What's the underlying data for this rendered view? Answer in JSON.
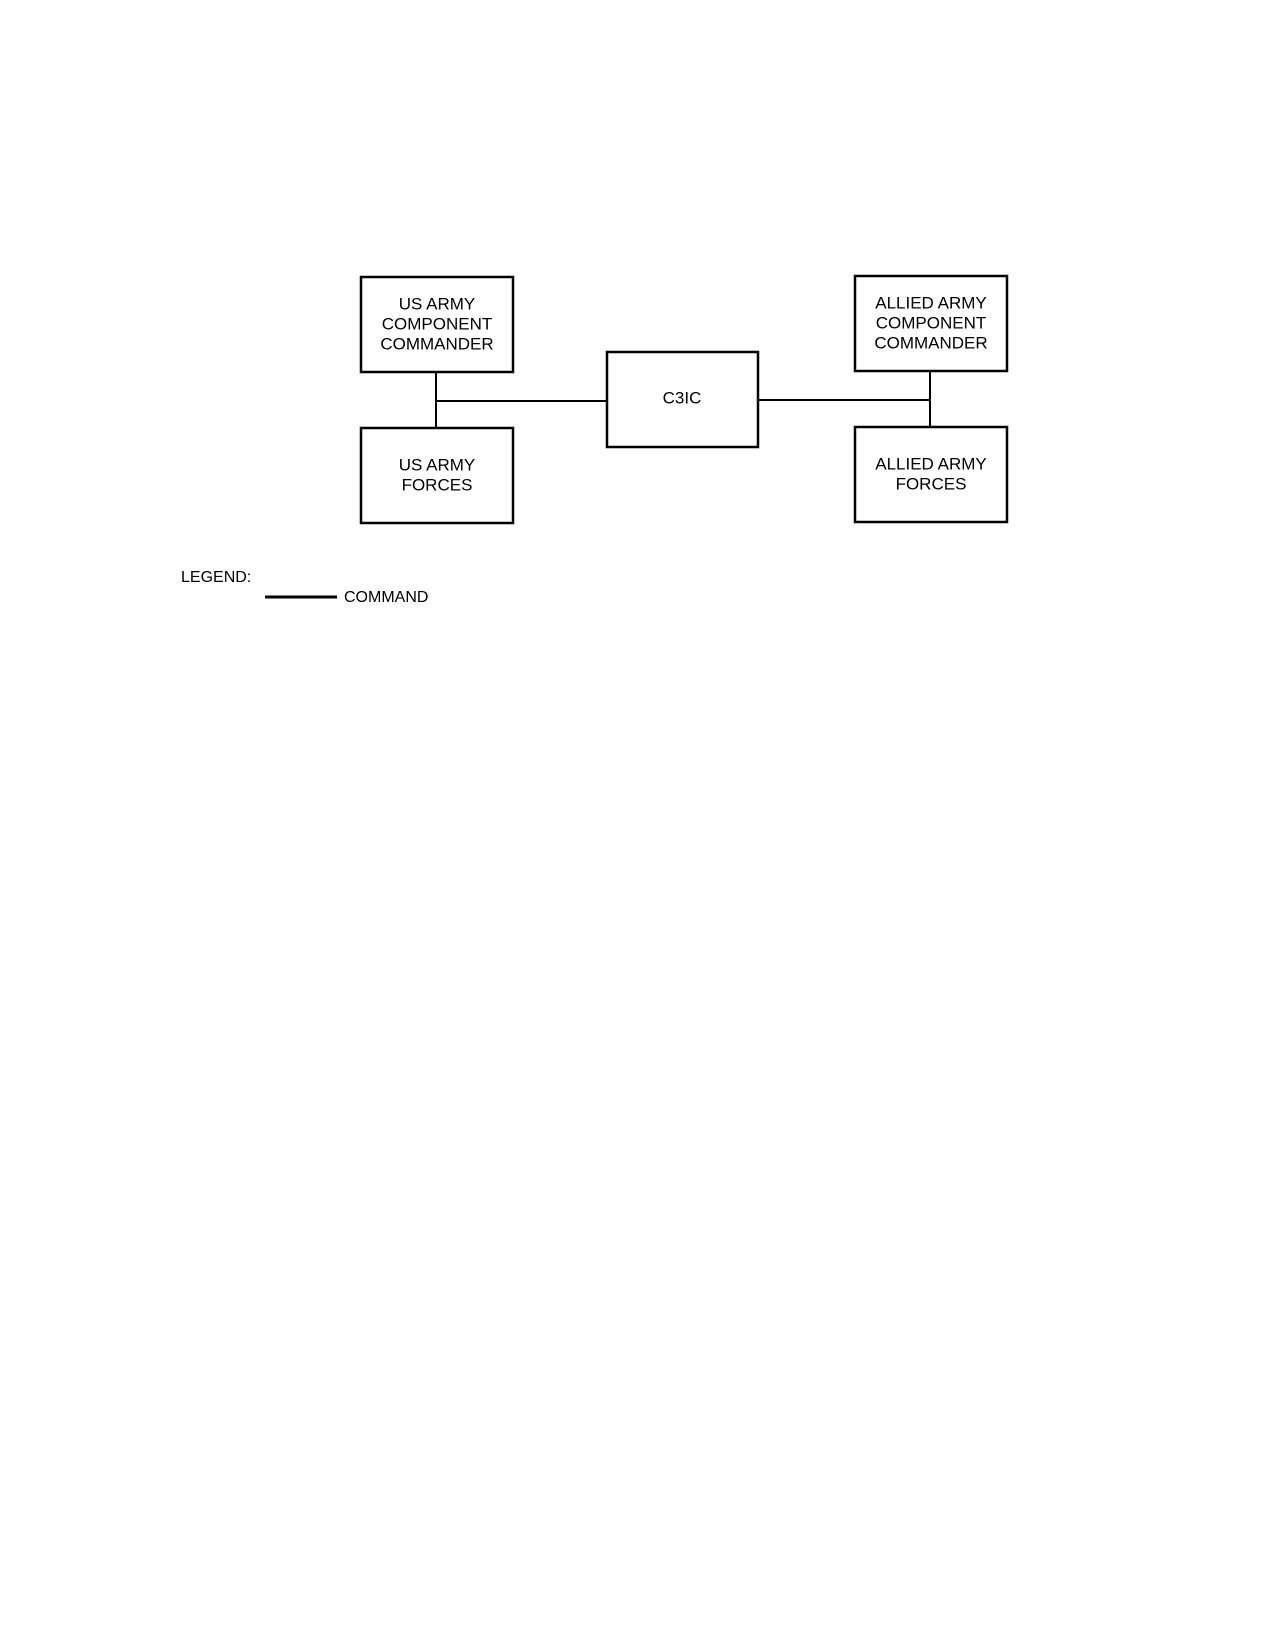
{
  "nodes": {
    "us_commander": {
      "lines": [
        "US ARMY",
        "COMPONENT",
        "COMMANDER"
      ]
    },
    "us_forces": {
      "lines": [
        "US ARMY",
        "FORCES"
      ]
    },
    "c3ic": {
      "lines": [
        "C3IC"
      ]
    },
    "allied_commander": {
      "lines": [
        "ALLIED ARMY",
        "COMPONENT",
        "COMMANDER"
      ]
    },
    "allied_forces": {
      "lines": [
        "ALLIED ARMY",
        "FORCES"
      ]
    }
  },
  "legend": {
    "title": "LEGEND:",
    "items": [
      {
        "label": "COMMAND",
        "line_style": "solid"
      }
    ]
  },
  "colors": {
    "stroke": "#000000",
    "background": "#ffffff"
  }
}
